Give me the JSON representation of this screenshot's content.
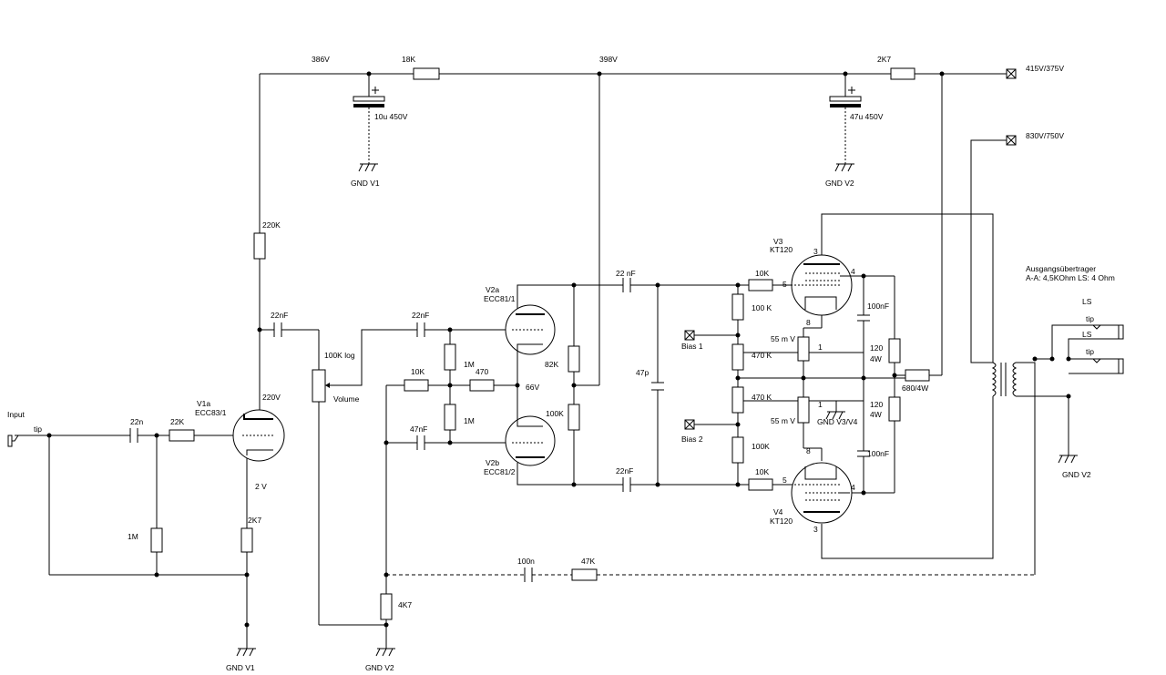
{
  "labels": {
    "input": "Input",
    "tip_in": "tip",
    "v386": "386V",
    "r18k": "18K",
    "v398": "398V",
    "r2k7_top": "2K7",
    "b_plus": "415V/375V",
    "b_hv": "830V/750V",
    "c10u": "10u 450V",
    "c47u": "47u 450V",
    "gnd_v1_top": "GND V1",
    "gnd_v2_top": "GND V2",
    "r220k": "220K",
    "c22nf_1": "22nF",
    "v220": "220V",
    "c22n_in": "22n",
    "r22k": "22K",
    "v1a_name": "V1a",
    "v1a_type": "ECC83/1",
    "r1m_in": "1M",
    "v2v": "2 V",
    "r2k7_cath": "2K7",
    "gnd_v1_bot": "GND V1",
    "pot": "100K log",
    "volume": "Volume",
    "c22nf_2": "22nF",
    "r1m_a": "1M",
    "r10k_fb": "10K",
    "r470": "470",
    "v66": "66V",
    "r1m_b": "1M",
    "c47nf": "47nF",
    "v2a_name": "V2a",
    "v2a_type": "ECC81/1",
    "v2b_name": "V2b",
    "v2b_type": "ECC81/2",
    "r82k": "82K",
    "r100k_pi": "100K",
    "c22nf_top": "22 nF",
    "c22nf_bot": "22nF",
    "c47p": "47p",
    "r100k_g1": "100 K",
    "bias1": "Bias 1",
    "r470k_1": "470 K",
    "r470k_2": "470 K",
    "bias2": "Bias 2",
    "r100k_g2": "100K",
    "r10k_g3": "10K",
    "r10k_g4": "10K",
    "v3_name": "V3",
    "v3_type": "KT120",
    "v4_name": "V4",
    "v4_type": "KT120",
    "pin5_v3": "5",
    "pin4_v3": "4",
    "pin3_v3": "3",
    "pin8_v3": "8",
    "pin5_v4": "5",
    "pin4_v4": "4",
    "pin3_v4": "3",
    "pin8_v4": "8",
    "mv55_1": "55 m V",
    "r1_1": "1",
    "mv55_2": "55 m V",
    "r1_2": "1",
    "gnd_v3v4": "GND V3/V4",
    "c100nf_1": "100nF",
    "c100nf_2": "100nF",
    "r120_1": "120",
    "w4_1": "4W",
    "r120_2": "120",
    "w4_2": "4W",
    "r680": "680/4W",
    "ot_title": "Ausgangsübertrager",
    "ot_spec": "A-A: 4,5KOhm  LS: 4 Ohm",
    "ls": "LS",
    "tip_ls1": "tip",
    "tip_ls2": "tip",
    "ls2": "LS",
    "gnd_v2_out": "GND V2",
    "c100n_fb": "100n",
    "r47k_fb": "47K",
    "r4k7": "4K7",
    "gnd_v2_bot": "GND V2"
  }
}
